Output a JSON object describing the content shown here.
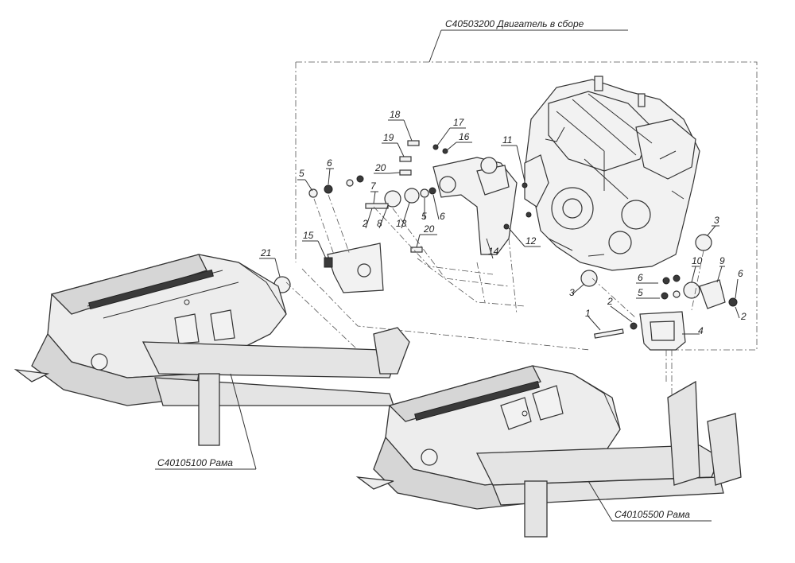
{
  "assembly_label": "C40503200 Двигатель в сборе",
  "frame_left_label": "C40105100 Рама",
  "frame_right_label": "C40105500 Рама",
  "callouts": [
    "1",
    "2",
    "3",
    "4",
    "5",
    "6",
    "7",
    "8",
    "9",
    "10",
    "11",
    "12",
    "13",
    "14",
    "15",
    "16",
    "17",
    "18",
    "19",
    "20",
    "21"
  ]
}
